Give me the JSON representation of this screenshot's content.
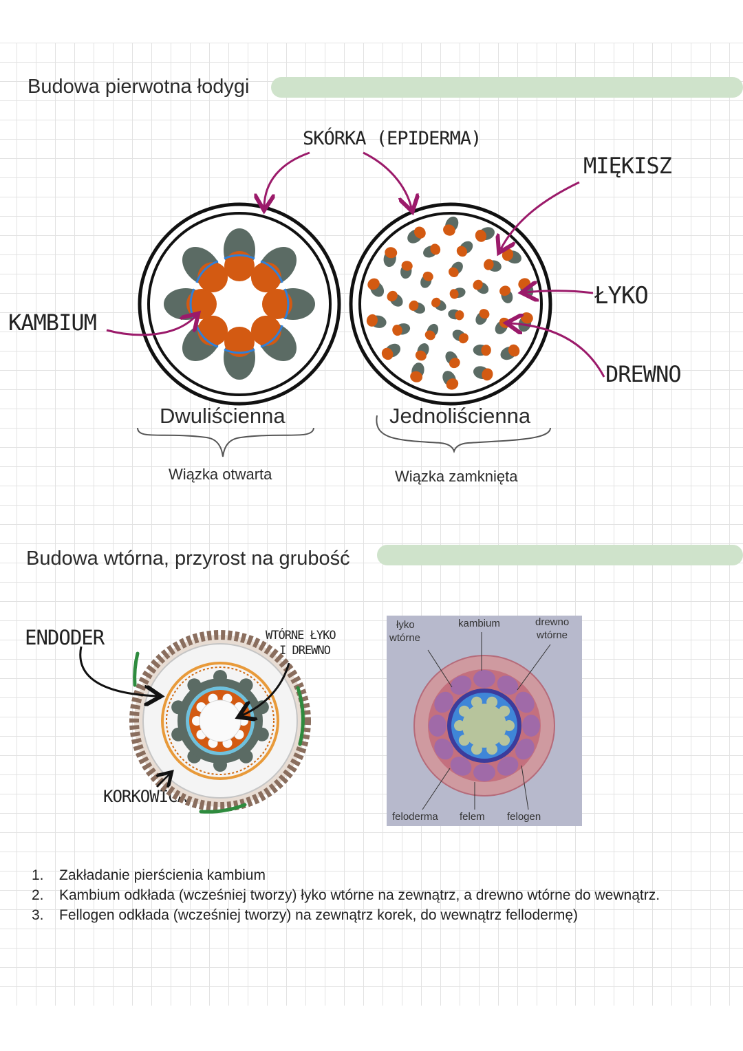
{
  "section1": {
    "title": "Budowa pierwotna łodygi",
    "labels": {
      "epidermis": "SKÓRKA (EPIDERMA)",
      "parenchyma": "MIĘKISZ",
      "cambium": "KAMBIUM",
      "phloem": "ŁYKO",
      "xylem": "DREWNO"
    },
    "dicot": {
      "name": "Dwuliścienna",
      "bundle": "Wiązka otwarta"
    },
    "monocot": {
      "name": "Jednoliścienna",
      "bundle": "Wiązka zamknięta"
    }
  },
  "section2": {
    "title": "Budowa wtórna, przyrost na grubość",
    "drawing_labels": {
      "endoderm": "ENDODER",
      "secondary_line1": "WTÓRNE ŁYKO",
      "secondary_line2": "I DREWNO",
      "cork": "KORKOWICA"
    },
    "photo_labels": {
      "phloem_line1": "łyko",
      "phloem_line2": "wtórne",
      "cambium": "kambium",
      "xylem_line1": "drewno",
      "xylem_line2": "wtórne",
      "phelloderm": "feloderma",
      "phellem": "felem",
      "phellogen": "felogen"
    }
  },
  "steps": [
    {
      "num": "1.",
      "text": "Zakładanie pierścienia kambium"
    },
    {
      "num": "2.",
      "text": "Kambium odkłada (wcześniej tworzy) łyko wtórne na zewnątrz, a drewno wtórne do wewnątrz."
    },
    {
      "num": "3.",
      "text": "Fellogen odkłada (wcześniej tworzy) na zewnątrz korek, do wewnątrz fellodermę)"
    }
  ],
  "colors": {
    "heading_bar": "#cfe3cb",
    "phloem": "#5b6b64",
    "xylem": "#d35a12",
    "cambium": "#2f80d8",
    "arrow": "#9b1a6a",
    "cork": "#8a6e5e"
  }
}
